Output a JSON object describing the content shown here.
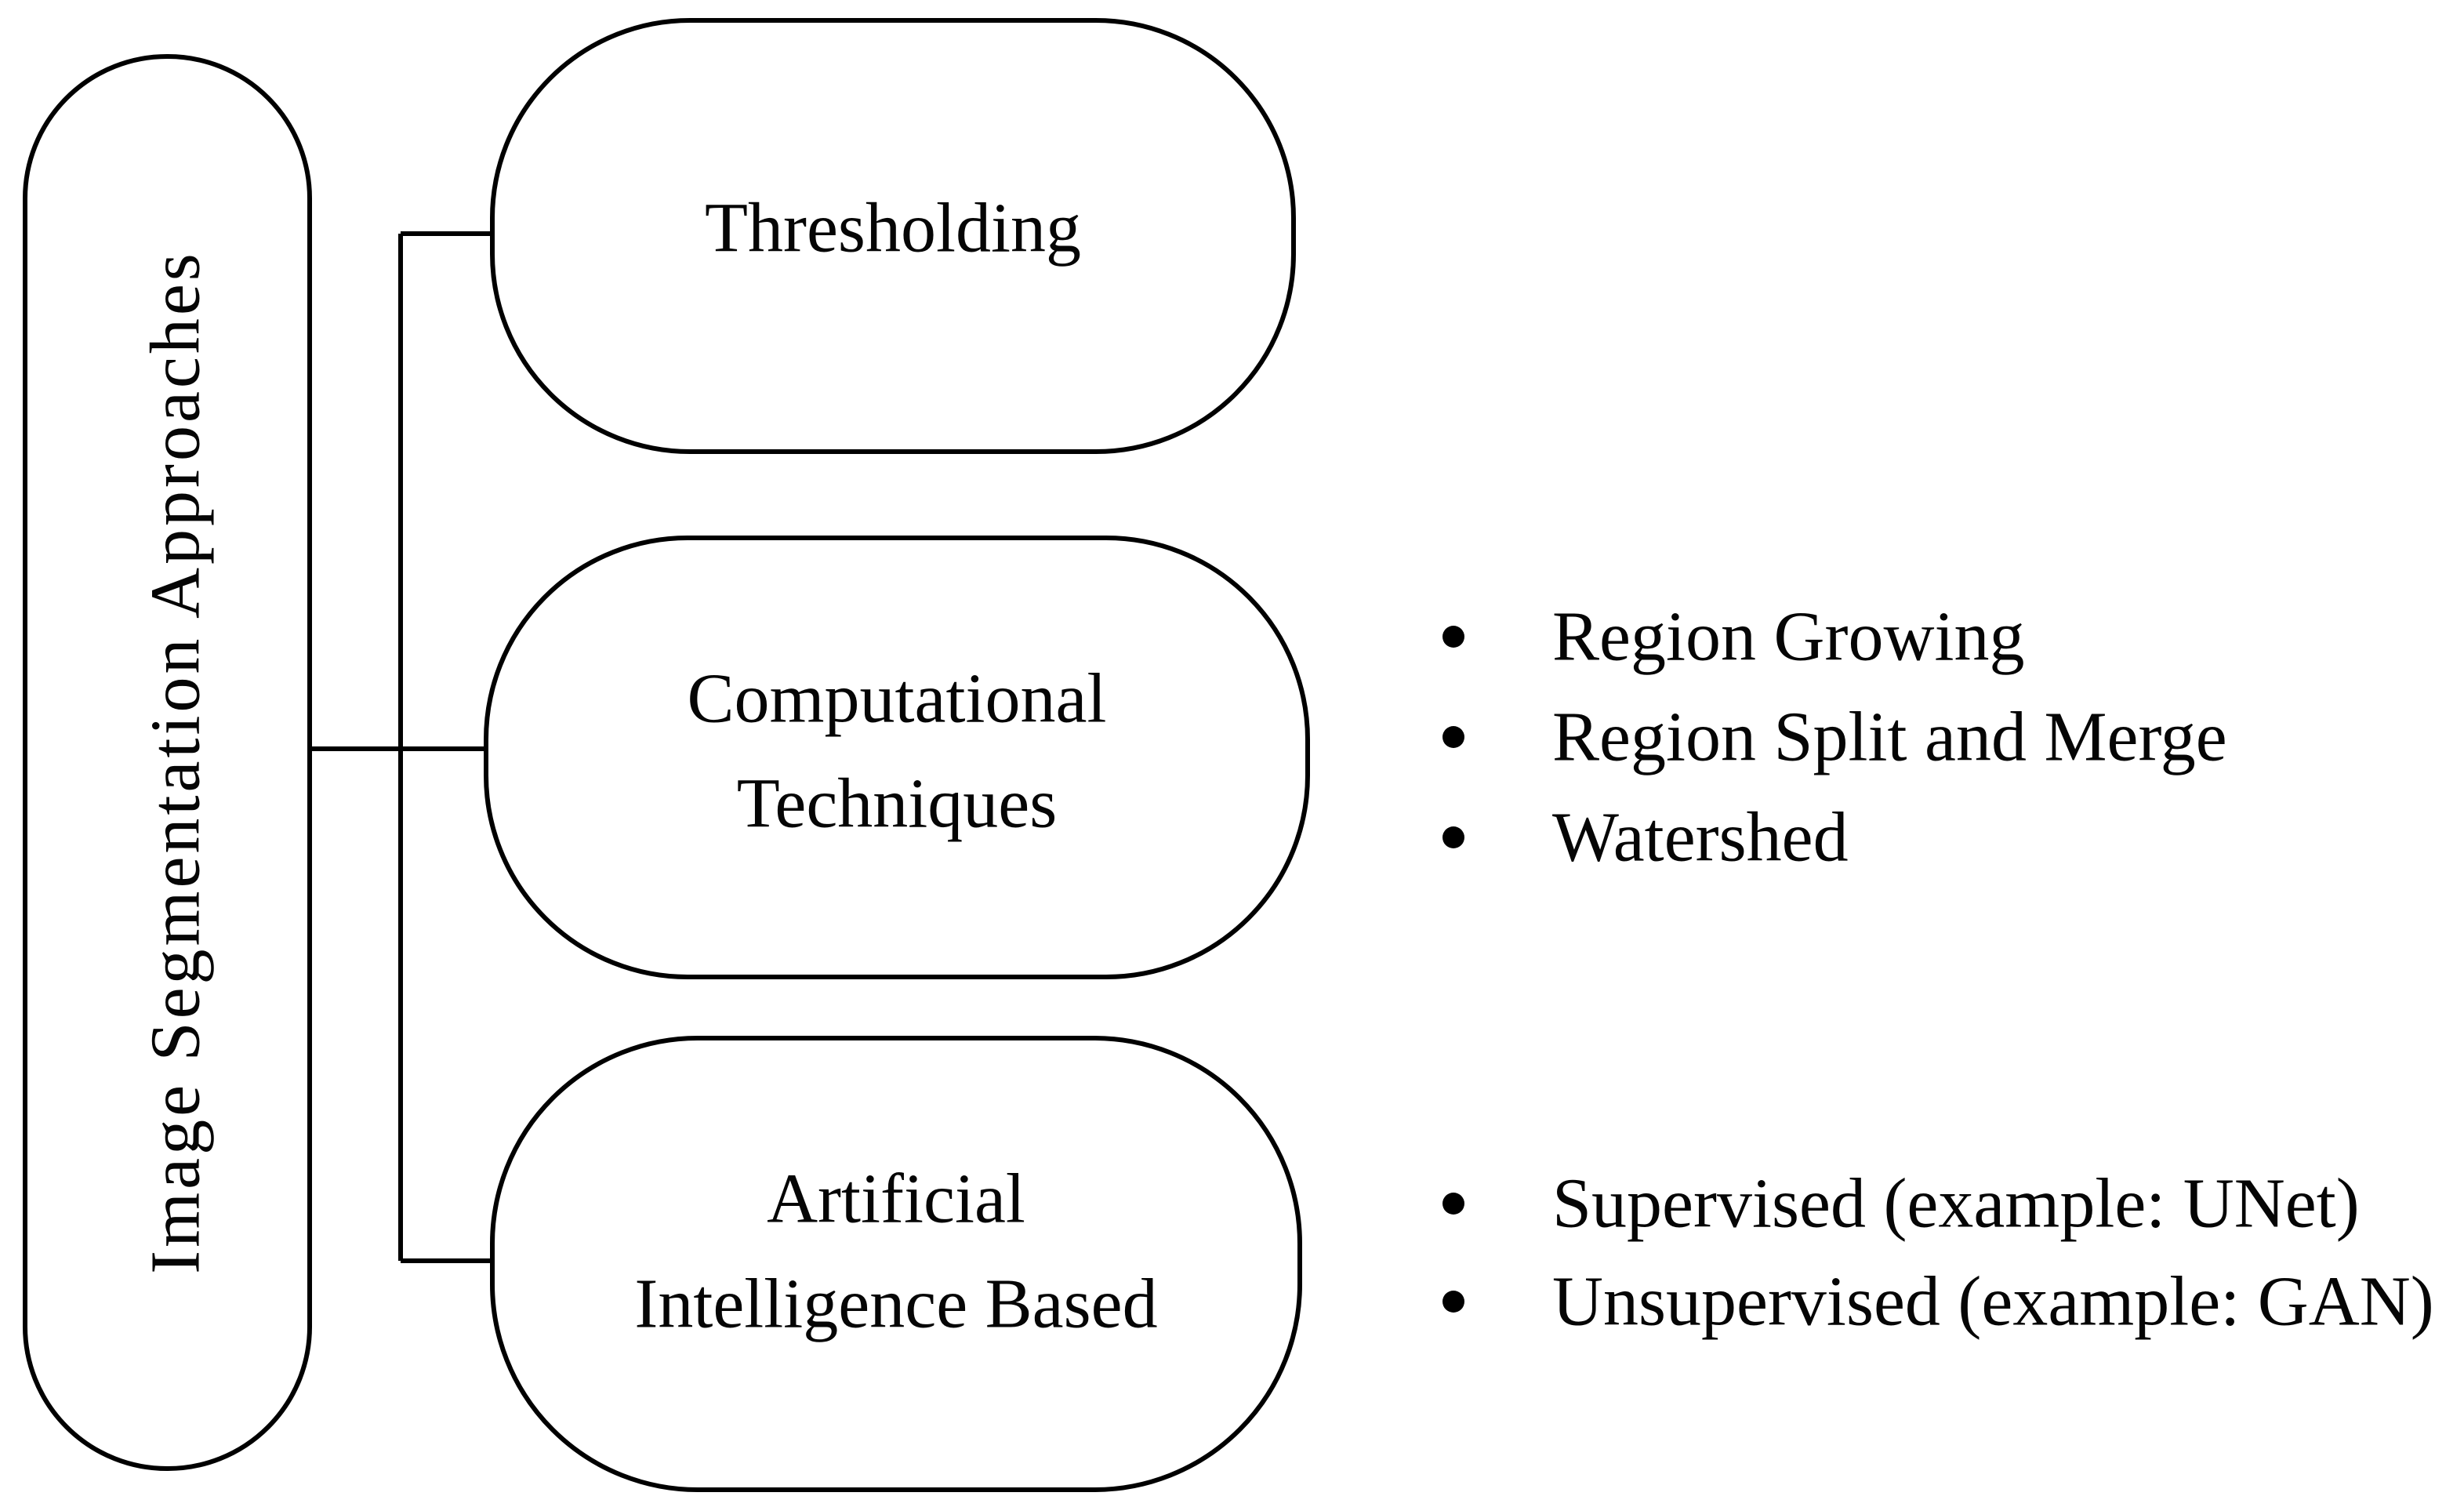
{
  "figure": {
    "colors": {
      "background": "#ffffff",
      "line": "#000000",
      "text": "#050505"
    },
    "root": {
      "label": "Image Segmentation Approaches"
    },
    "branches": [
      {
        "label_lines": [
          "Thresholding"
        ],
        "items": []
      },
      {
        "label_lines": [
          "Computational",
          "Techniques"
        ],
        "items": [
          "Region Growing",
          "Region Split and Merge",
          "Watershed"
        ]
      },
      {
        "label_lines": [
          "Artificial",
          "Intelligence Based"
        ],
        "items": [
          "Supervised (example: UNet)",
          "Unsupervised (example: GAN)"
        ]
      }
    ]
  }
}
